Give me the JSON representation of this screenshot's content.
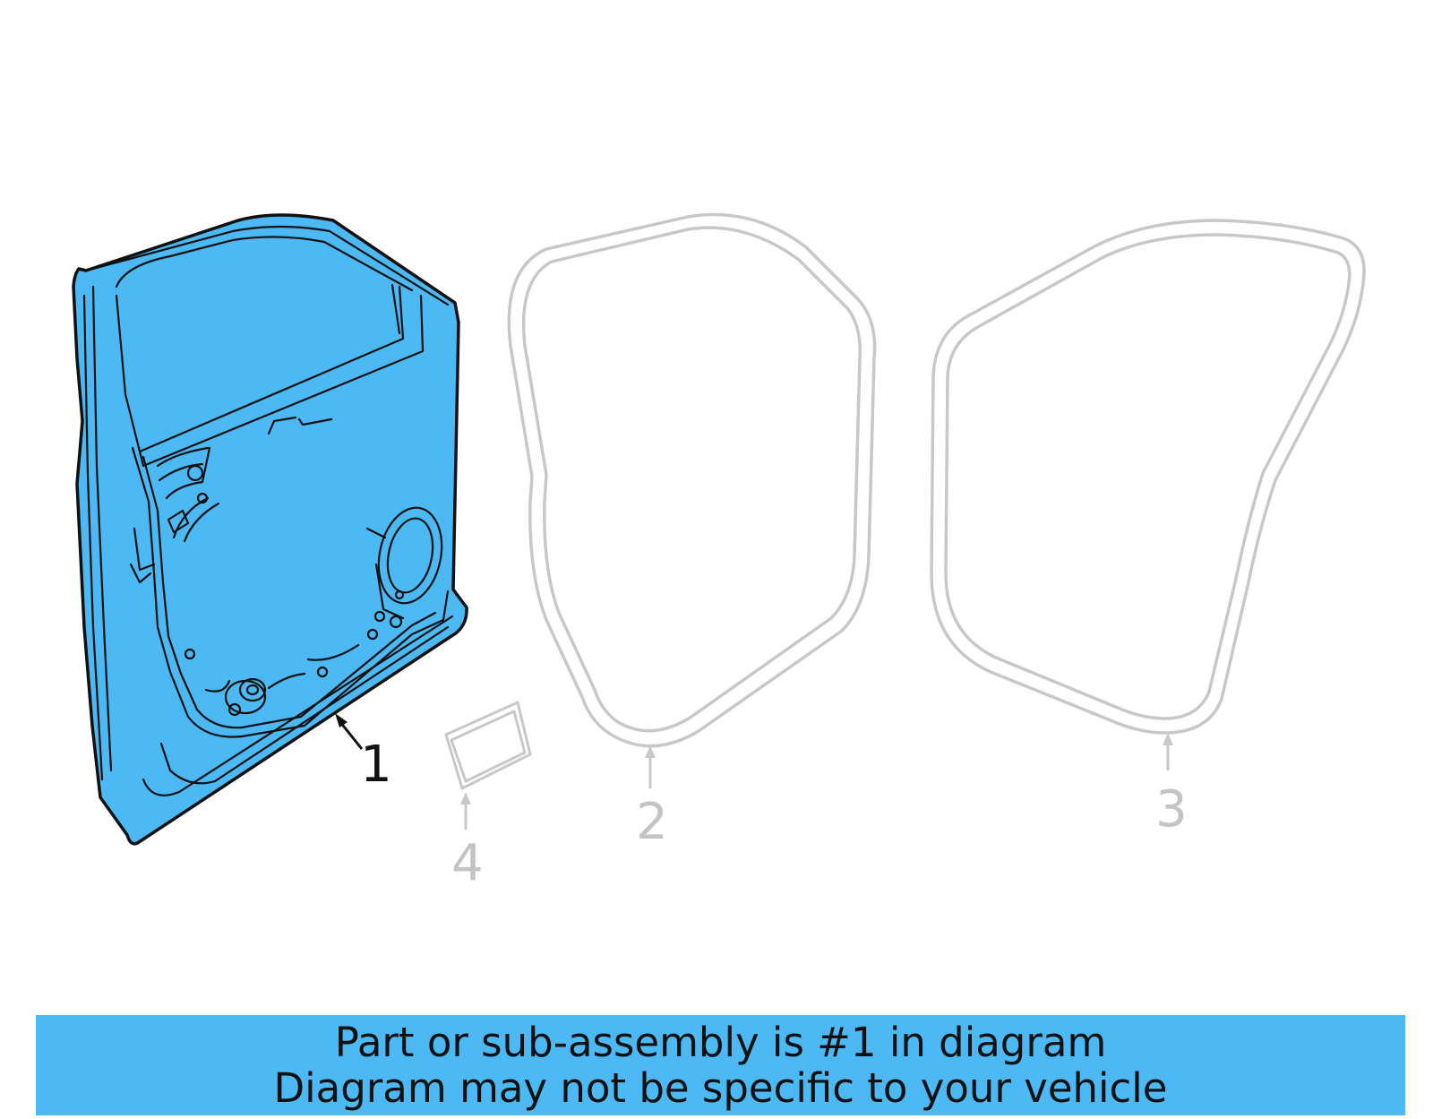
{
  "colors": {
    "highlight_fill": "#4cb8f4",
    "highlight_stroke": "#111111",
    "ghost_stroke": "#c8c8c8",
    "ghost_label": "#c4c4c4",
    "banner_bg": "#4cb8f4",
    "banner_text": "#111111"
  },
  "parts": [
    {
      "callout": "1",
      "highlighted": true
    },
    {
      "callout": "2",
      "highlighted": false
    },
    {
      "callout": "3",
      "highlighted": false
    },
    {
      "callout": "4",
      "highlighted": false
    }
  ],
  "banner": {
    "line1": "Part or sub-assembly is #1 in diagram",
    "line2": "Diagram may not be specific to your vehicle"
  }
}
